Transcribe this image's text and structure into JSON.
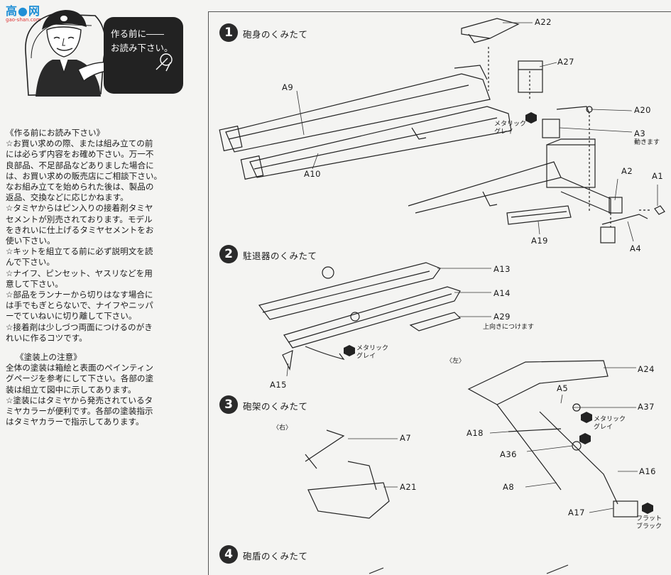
{
  "watermark": {
    "brand": "高●网",
    "url": "gao-shan.com"
  },
  "speech_bubble": {
    "line1": "作る前に――",
    "line2": "お読み下さい。"
  },
  "notes": {
    "heading": "《作る前にお読み下さい》",
    "lines": [
      "☆お買い求めの際、または組み立ての前",
      "には必らず内容をお確め下さい。万一不",
      "良部品、不足部品などありました場合に",
      "は、お買い求めの販売店にご相談下さい。",
      "なお組み立てを始められた後は、製品の",
      "返品、交換などに応じかねます。",
      "☆タミヤからはピン入りの接着剤タミヤ",
      "セメントが別売されております。モデル",
      "をきれいに仕上げるタミヤセメントをお",
      "使い下さい。",
      "☆キットを組立てる前に必ず説明文を読",
      "んで下さい。",
      "☆ナイフ、ピンセット、ヤスリなどを用",
      "意して下さい。",
      "☆部品をランナーから切りはなす場合に",
      "は手でもぎとらないで、ナイフやニッパ",
      "ーでていねいに切り離して下さい。",
      "☆接着剤は少しづつ両面につけるのがき",
      "れいに作るコツです。"
    ],
    "paint_heading": "《塗装上の注意》",
    "paint_lines": [
      "全体の塗装は箱絵と表面のペインティン",
      "グページを参考にして下さい。各部の塗",
      "装は組立て図中に示してあります。",
      "☆塗装にはタミヤから発売されているタ",
      "ミヤカラーが便利です。各部の塗装指示",
      "はタミヤカラーで指示してあります。"
    ]
  },
  "steps": [
    {
      "number": "1",
      "title": "砲身のくみたて"
    },
    {
      "number": "2",
      "title": "駐退器のくみたて"
    },
    {
      "number": "3",
      "title": "砲架のくみたて"
    },
    {
      "number": "4",
      "title": "砲盾のくみたて"
    }
  ],
  "parts": {
    "a22": "A22",
    "a27": "A27",
    "a9": "A9",
    "a20": "A20",
    "a3": "A3",
    "a10": "A10",
    "a2": "A2",
    "a1": "A1",
    "a19": "A19",
    "a4": "A4",
    "a13": "A13",
    "a14": "A14",
    "a29": "A29",
    "a15": "A15",
    "a24": "A24",
    "a5": "A5",
    "a37": "A37",
    "a7": "A7",
    "a18": "A18",
    "a36": "A36",
    "a16": "A16",
    "a21": "A21",
    "a8": "A8",
    "a17": "A17"
  },
  "annotations": {
    "metallic_grey_1": "メタリック\nグレイ",
    "movable": "動きます",
    "upward": "上向きにつけます",
    "metallic_grey_2": "メタリック\nグレイ",
    "metallic_grey_3": "メタリック\nグレイ",
    "flat_black": "フラット\nブラック",
    "left": "〈左〉",
    "right": "〈右〉"
  }
}
